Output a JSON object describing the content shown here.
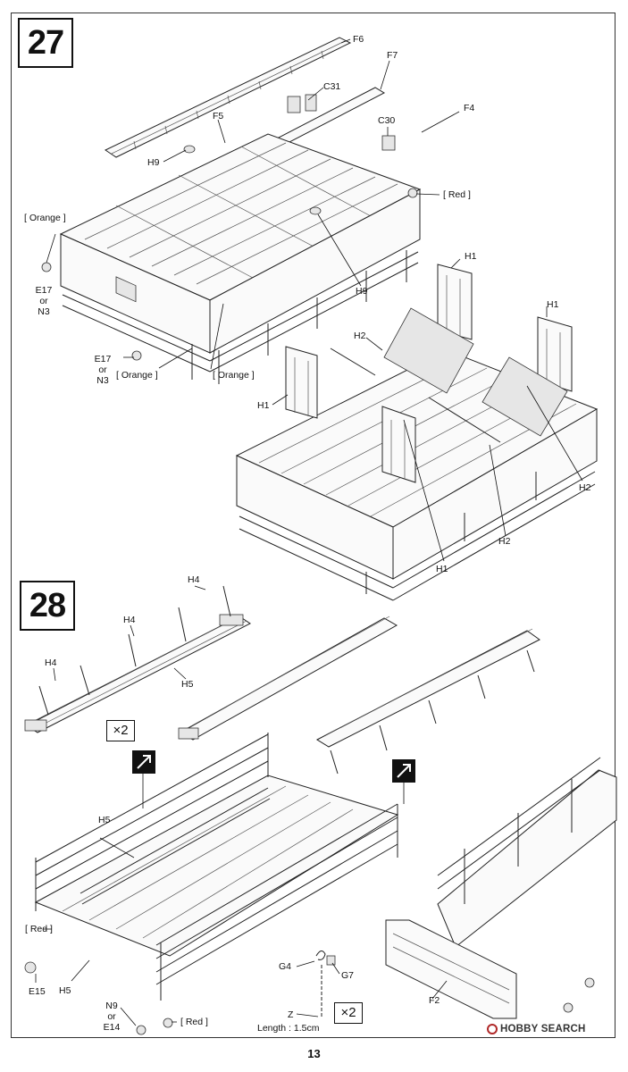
{
  "steps": {
    "step27": "27",
    "step28": "28"
  },
  "labels27": {
    "f6": "F6",
    "f7": "F7",
    "c31": "C31",
    "f4": "F4",
    "f5": "F5",
    "c30": "C30",
    "h9_top": "H9",
    "h9_bottom": "H9",
    "red_right": "[ Red ]",
    "orange_left": "[ Orange ]",
    "e17_left": "E17",
    "or_left": "or",
    "n3_left": "N3",
    "e17_bottom": "E17",
    "or_bottom": "or",
    "n3_bottom": "N3",
    "orange_bottom": "[ Orange ]",
    "orange_center": "[ Orange ]",
    "h1_a": "H1",
    "h1_b": "H1",
    "h1_c": "H1",
    "h1_d": "H1",
    "h2_a": "H2",
    "h2_b": "H2",
    "h2_c": "H2"
  },
  "labels28": {
    "h4_a": "H4",
    "h4_b": "H4",
    "h4_c": "H4",
    "h5_top": "H5",
    "x2_a": "×2",
    "x2_b": "×2",
    "h5_mid": "H5",
    "h5_low": "H5",
    "red_left": "[ Red ]",
    "e15": "E15",
    "n9": "N9",
    "or": "or",
    "e14": "E14",
    "red_bottom": "[ Red ]",
    "g4": "G4",
    "g7": "G7",
    "z": "Z",
    "length": "Length : 1.5cm",
    "f2": "F2"
  },
  "footer": {
    "page_number": "13",
    "watermark": "HOBBY SEARCH"
  },
  "colors": {
    "ink": "#111111",
    "paper": "#ffffff",
    "watermark_icon": "#b02a2a"
  }
}
